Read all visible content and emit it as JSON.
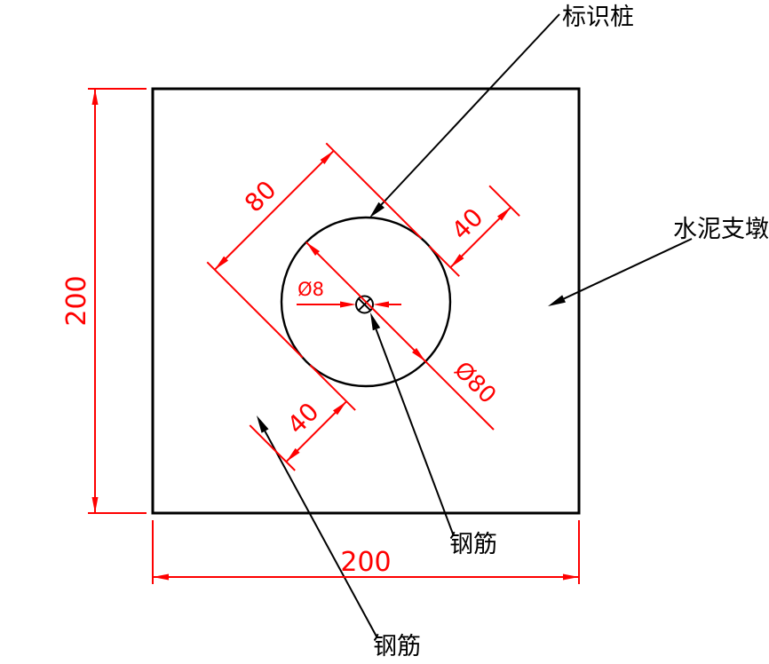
{
  "drawing": {
    "labels": {
      "marker_pile": "标识桩",
      "cement_pier": "水泥支墩",
      "rebar_center": "钢筋",
      "rebar_lower": "钢筋"
    },
    "dimensions": {
      "side_height": "200",
      "side_width": "200",
      "circle_across": "80",
      "offset_ne": "40",
      "offset_sw": "40",
      "rebar_diameter": "Ø8",
      "pile_diameter": "Ø80"
    },
    "colors": {
      "dimension_red": "#fe0000",
      "outline_black": "#000000",
      "background": "#ffffff"
    }
  }
}
